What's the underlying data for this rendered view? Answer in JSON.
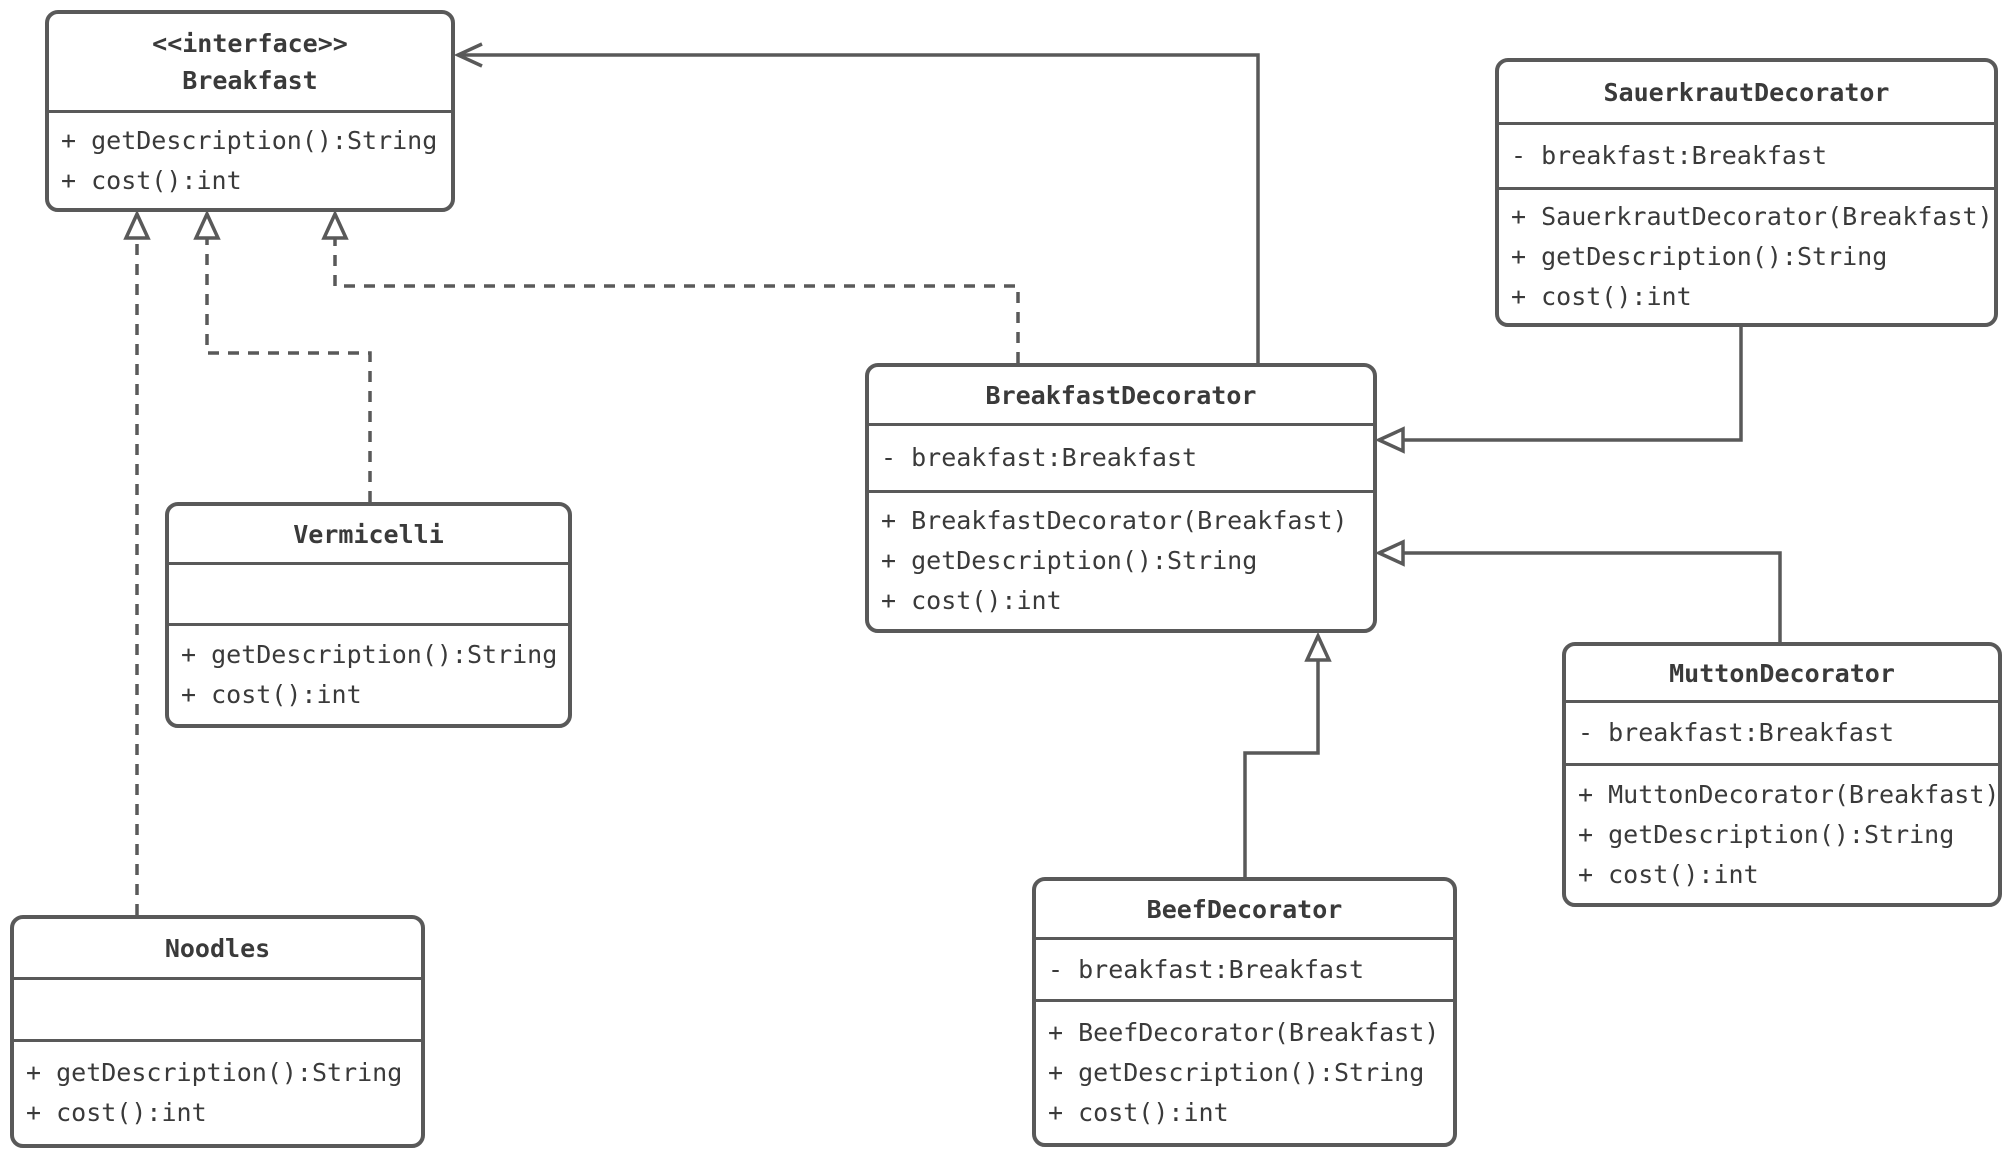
{
  "diagram": {
    "kind": "uml-class-diagram",
    "colors": {
      "stroke": "#595959",
      "text": "#3a3a3a",
      "background": "#ffffff"
    },
    "classes": {
      "breakfast": {
        "stereotype": "<<interface>>",
        "name": "Breakfast",
        "attributes": [],
        "methods": [
          "+ getDescription():String",
          "+ cost():int"
        ]
      },
      "sauerkraut_decorator": {
        "name": "SauerkrautDecorator",
        "attributes": [
          "- breakfast:Breakfast"
        ],
        "methods": [
          "+ SauerkrautDecorator(Breakfast)",
          "+ getDescription():String",
          "+ cost():int"
        ]
      },
      "breakfast_decorator": {
        "name": "BreakfastDecorator",
        "attributes": [
          "- breakfast:Breakfast"
        ],
        "methods": [
          "+ BreakfastDecorator(Breakfast)",
          "+ getDescription():String",
          "+ cost():int"
        ]
      },
      "vermicelli": {
        "name": "Vermicelli",
        "attributes": [],
        "methods": [
          "+ getDescription():String",
          "+ cost():int"
        ]
      },
      "mutton_decorator": {
        "name": "MuttonDecorator",
        "attributes": [
          "- breakfast:Breakfast"
        ],
        "methods": [
          "+ MuttonDecorator(Breakfast)",
          "+ getDescription():String",
          "+ cost():int"
        ]
      },
      "noodles": {
        "name": "Noodles",
        "attributes": [],
        "methods": [
          "+ getDescription():String",
          "+ cost():int"
        ]
      },
      "beef_decorator": {
        "name": "BeefDecorator",
        "attributes": [
          "- breakfast:Breakfast"
        ],
        "methods": [
          "+ BeefDecorator(Breakfast)",
          "+ getDescription():String",
          "+ cost():int"
        ]
      }
    },
    "relations": [
      {
        "from": "Noodles",
        "to": "Breakfast",
        "type": "realization",
        "line": "dashed",
        "arrowhead": "hollow-triangle"
      },
      {
        "from": "Vermicelli",
        "to": "Breakfast",
        "type": "realization",
        "line": "dashed",
        "arrowhead": "hollow-triangle"
      },
      {
        "from": "BreakfastDecorator",
        "to": "Breakfast",
        "type": "realization",
        "line": "dashed",
        "arrowhead": "hollow-triangle"
      },
      {
        "from": "BreakfastDecorator",
        "to": "Breakfast",
        "type": "association",
        "line": "solid",
        "arrowhead": "open"
      },
      {
        "from": "SauerkrautDecorator",
        "to": "BreakfastDecorator",
        "type": "generalization",
        "line": "solid",
        "arrowhead": "hollow-triangle"
      },
      {
        "from": "MuttonDecorator",
        "to": "BreakfastDecorator",
        "type": "generalization",
        "line": "solid",
        "arrowhead": "hollow-triangle"
      },
      {
        "from": "BeefDecorator",
        "to": "BreakfastDecorator",
        "type": "generalization",
        "line": "solid",
        "arrowhead": "hollow-triangle"
      }
    ]
  }
}
